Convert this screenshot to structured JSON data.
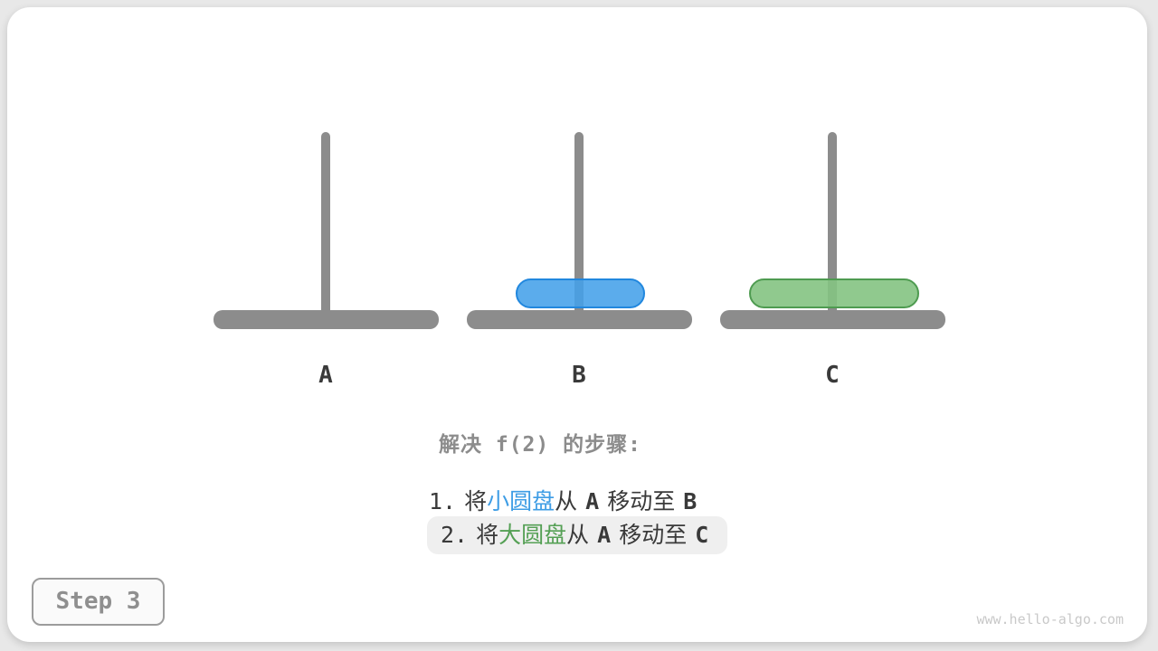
{
  "figure": {
    "pegs": [
      {
        "label": "A",
        "disks": []
      },
      {
        "label": "B",
        "disks": [
          "small"
        ]
      },
      {
        "label": "C",
        "disks": [
          "large"
        ]
      }
    ],
    "disks": [
      {
        "id": "small",
        "name": "小圆盘",
        "peg": "B",
        "fill": "#44A1E9",
        "border": "#2187DE"
      },
      {
        "id": "large",
        "name": "大圆盘",
        "peg": "C",
        "fill": "#84C382",
        "border": "#4E9B50"
      }
    ]
  },
  "caption": {
    "title": "解决 f(2) 的步骤:",
    "steps": [
      {
        "num": "1.",
        "action_pre": "将",
        "disk": "小圆盘",
        "action_from": "从",
        "from": "A",
        "action_move": "移动至",
        "to": "B",
        "disk_color": "#3E9DE5",
        "highlighted": false
      },
      {
        "num": "2.",
        "action_pre": "将",
        "disk": "大圆盘",
        "action_from": "从",
        "from": "A",
        "action_move": "移动至",
        "to": "C",
        "disk_color": "#55A055",
        "highlighted": true
      }
    ]
  },
  "badge": {
    "label": "Step 3"
  },
  "watermark": "www.hello-algo.com",
  "colors": {
    "page_bg": "#E8E8E8",
    "card_bg": "#FFFFFF",
    "peg_gray": "#8C8C8C",
    "text_dark": "#3A3A3A",
    "title_gray": "#8C8C8C",
    "highlight_bg": "#EFEFEF",
    "badge_border": "#9C9C9C",
    "watermark_gray": "#C9C9C9"
  }
}
